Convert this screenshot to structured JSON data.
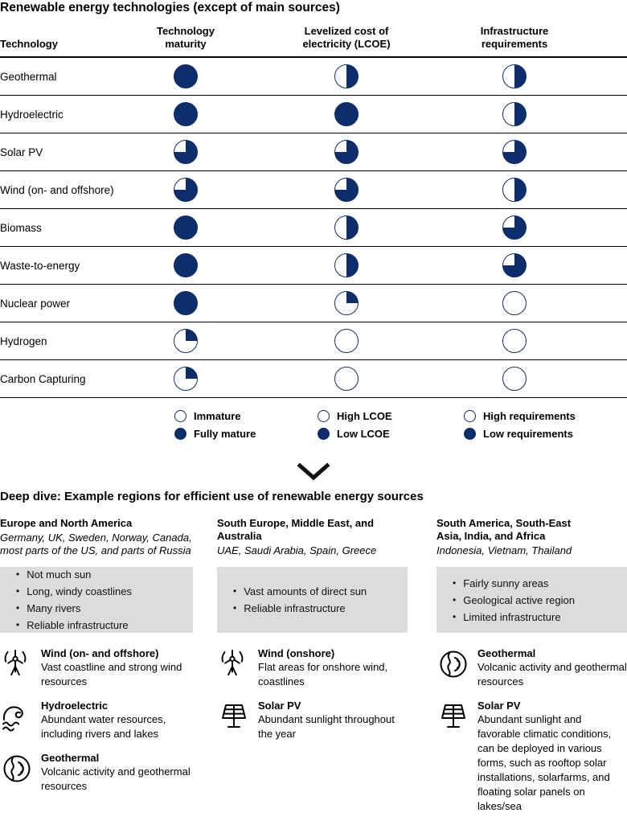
{
  "colors": {
    "navy": "#0d2d6b",
    "box_gray": "#dcdcdc",
    "line": "#000000"
  },
  "table": {
    "title": "Renewable energy technologies (except of main sources)",
    "columns": [
      "Technology",
      "Technology maturity",
      "Levelized cost of electricity (LCOE)",
      "Infrastructure requirements"
    ],
    "rows": [
      {
        "technology": "Geothermal",
        "maturity": 1,
        "lcoe": 0.5,
        "infrastructure": 0.5
      },
      {
        "technology": "Hydroelectric",
        "maturity": 1,
        "lcoe": 1,
        "infrastructure": 0.5
      },
      {
        "technology": "Solar PV",
        "maturity": 0.75,
        "lcoe": 0.75,
        "infrastructure": 0.75
      },
      {
        "technology": "Wind (on- and offshore)",
        "maturity": 0.75,
        "lcoe": 0.75,
        "infrastructure": 0.5
      },
      {
        "technology": "Biomass",
        "maturity": 1,
        "lcoe": 0.5,
        "infrastructure": 0.75
      },
      {
        "technology": "Waste-to-energy",
        "maturity": 1,
        "lcoe": 0.5,
        "infrastructure": 0.75
      },
      {
        "technology": "Nuclear power",
        "maturity": 1,
        "lcoe": 0.25,
        "infrastructure": 0
      },
      {
        "technology": "Hydrogen",
        "maturity": 0.25,
        "lcoe": 0,
        "infrastructure": 0
      },
      {
        "technology": "Carbon Capturing",
        "maturity": 0.25,
        "lcoe": 0,
        "infrastructure": 0
      }
    ],
    "legend": [
      {
        "empty_label": "Immature",
        "full_label": "Fully mature"
      },
      {
        "empty_label": "High LCOE",
        "full_label": "Low LCOE"
      },
      {
        "empty_label": "High requirements",
        "full_label": "Low requirements"
      }
    ]
  },
  "deep_dive": {
    "title": "Deep dive: Example regions for efficient use of renewable energy sources",
    "regions": [
      {
        "heading": "Europe and North America",
        "examples": "Germany, UK, Sweden, Norway, Canada, most parts of the US, and parts of Russia",
        "bullets": [
          "Not much sun",
          "Long, windy coastlines",
          "Many rivers",
          "Reliable infrastructure"
        ],
        "sources": [
          {
            "icon": "wind-turbine",
            "name": "Wind (on- and offshore)",
            "description": "Vast coastline and strong wind resources"
          },
          {
            "icon": "wave",
            "name": "Hydroelectric",
            "description": "Abundant water resources, including rivers and lakes"
          },
          {
            "icon": "geothermal",
            "name": "Geothermal",
            "description": "Volcanic activity and geothermal resources"
          }
        ]
      },
      {
        "heading": "South Europe, Middle East, and Australia",
        "examples": "UAE, Saudi Arabia, Spain, Greece",
        "bullets": [
          "Vast amounts of direct sun",
          "Reliable infrastructure"
        ],
        "sources": [
          {
            "icon": "wind-turbine",
            "name": "Wind (onshore)",
            "description": "Flat areas for onshore wind, coastlines"
          },
          {
            "icon": "solar-panel",
            "name": "Solar PV",
            "description": "Abundant sunlight throughout the year"
          }
        ]
      },
      {
        "heading": "South America, South-East Asia, India, and Africa",
        "examples": "Indonesia, Vietnam, Thailand",
        "bullets": [
          "Fairly sunny areas",
          "Geological active region",
          "Limited infrastructure"
        ],
        "sources": [
          {
            "icon": "geothermal",
            "name": "Geothermal",
            "description": "Volcanic activity and geothermal resources"
          },
          {
            "icon": "solar-panel",
            "name": "Solar PV",
            "description": "Abundant sunlight and favorable climatic conditions, can be deployed in various forms, such as rooftop solar installations, solarfarms, and floating solar panels on lakes/sea"
          }
        ]
      }
    ]
  }
}
